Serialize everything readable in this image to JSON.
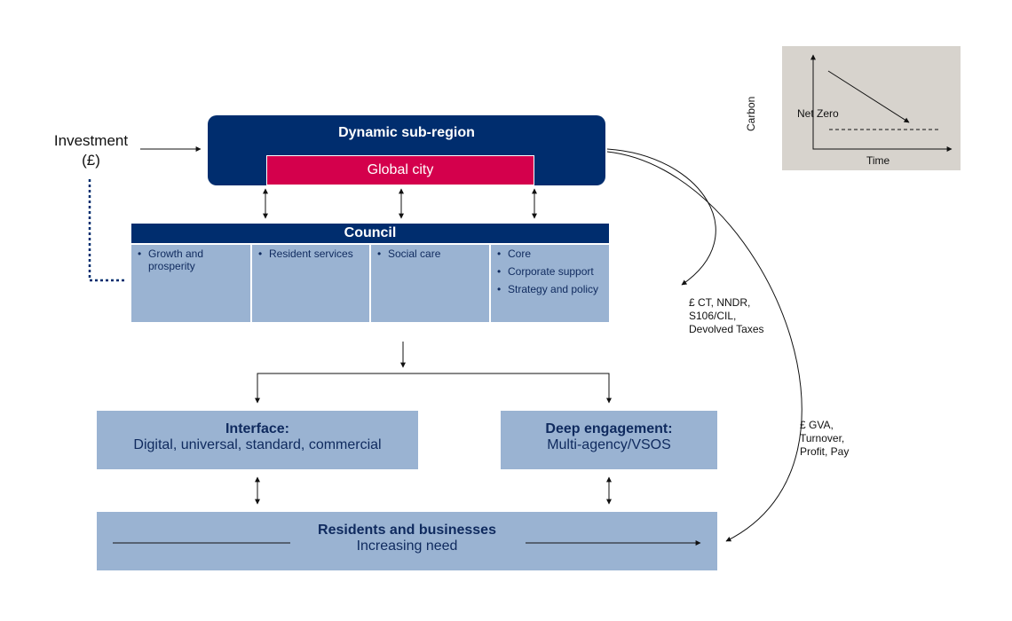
{
  "investment": {
    "line1": "Investment",
    "line2": "(£)"
  },
  "dynamic_subregion": {
    "title": "Dynamic sub-region",
    "global_city": "Global city"
  },
  "council": {
    "title": "Council",
    "columns": [
      {
        "items": [
          "Growth and prosperity"
        ]
      },
      {
        "items": [
          "Resident services"
        ]
      },
      {
        "items": [
          "Social care"
        ]
      },
      {
        "items": [
          "Core",
          "Corporate support",
          "Strategy and policy"
        ]
      }
    ]
  },
  "interface": {
    "title": "Interface:",
    "subtitle": "Digital, universal, standard, commercial"
  },
  "deep_engagement": {
    "title": "Deep engagement:",
    "subtitle": "Multi-agency/VSOS"
  },
  "residents": {
    "title": "Residents and businesses",
    "subtitle": "Increasing need"
  },
  "revenue_taxes": {
    "lines": [
      "£ CT, NNDR,",
      "S106/CIL,",
      "Devolved Taxes"
    ]
  },
  "revenue_gva": {
    "lines": [
      "£ GVA,",
      "Turnover,",
      "Profit, Pay"
    ]
  },
  "carbon_chart": {
    "ylabel": "Carbon",
    "xlabel": "Time",
    "target_label": "Net Zero"
  },
  "colors": {
    "navy": "#002d6e",
    "magenta": "#d4004c",
    "light_blue": "#9ab3d2",
    "grey": "#d7d3cd"
  }
}
